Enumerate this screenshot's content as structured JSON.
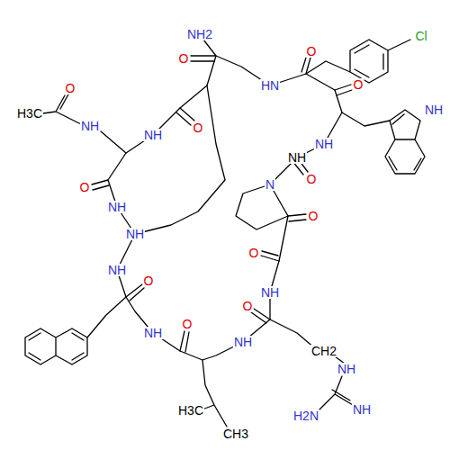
{
  "diagram": {
    "labels": [
      "NH2",
      "Cl",
      "HN",
      "O",
      "O",
      "NH",
      "NH",
      "O",
      "NH",
      "H3C",
      "O",
      "NH",
      "O",
      "O",
      "NH",
      "NH",
      "N",
      "O",
      "O",
      "NH",
      "NH",
      "O",
      "NH",
      "NH",
      "O",
      "O",
      "NH",
      "O",
      "CH2",
      "NH",
      "NH",
      "H2N",
      "H3C",
      "CH3"
    ]
  }
}
